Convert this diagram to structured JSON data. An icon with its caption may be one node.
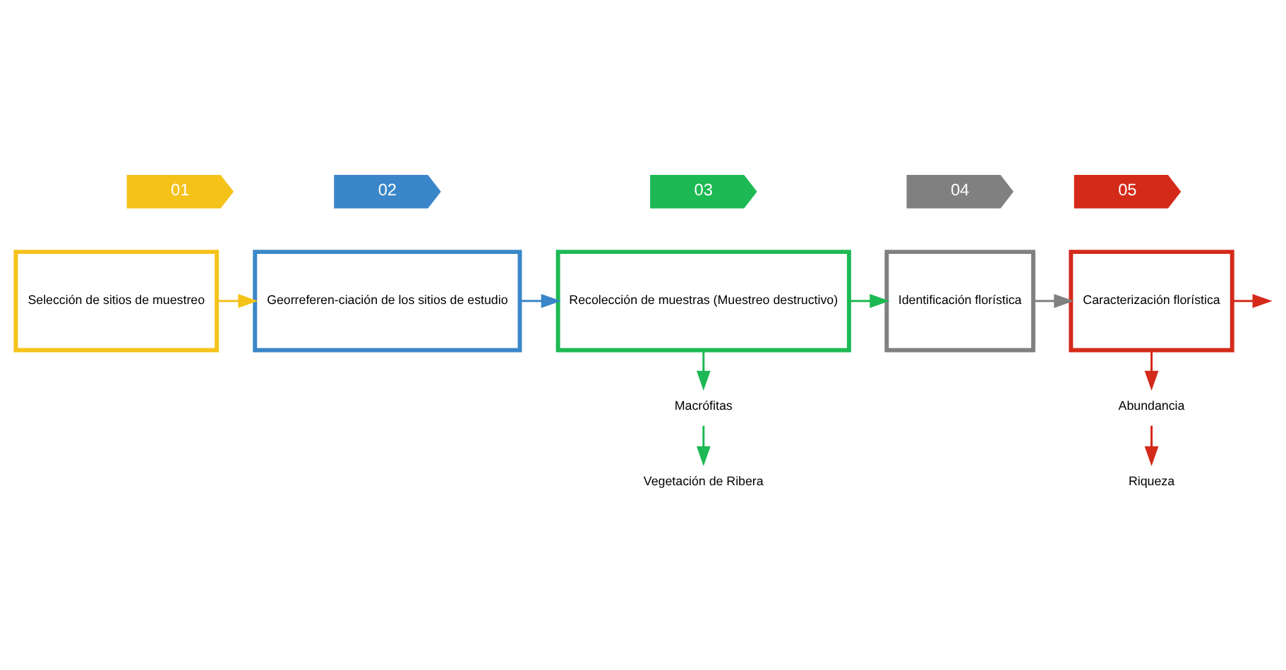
{
  "diagram": {
    "nodes": [
      {
        "text": [
          "01"
        ]
      },
      {
        "text": [
          "02"
        ]
      },
      {
        "text": [
          "03"
        ]
      },
      {
        "text": [
          "04"
        ]
      },
      {
        "text": [
          "05"
        ]
      },
      {
        "text": [
          "Selección de sitios de muestreo"
        ]
      },
      {
        "text": [
          "Georreferen-ciación de los sitios de estudio"
        ]
      },
      {
        "text": [
          "Recolección de muestras (Muestreo destructivo)"
        ]
      },
      {
        "text": [
          "Identificación florística"
        ]
      },
      {
        "text": [
          "Caracterización florística"
        ]
      },
      {
        "text": [
          "Macrófitas"
        ]
      },
      {
        "text": [
          "Vegetación de Ribera"
        ]
      },
      {
        "text": [
          "Abundancia"
        ]
      },
      {
        "text": [
          "Riqueza"
        ]
      }
    ],
    "edges": [
      {
        "from": 5,
        "to": 6,
        "arrow": "to",
        "color": "#f5c21a"
      },
      {
        "from": 6,
        "to": 7,
        "arrow": "to",
        "color": "#3a86c8"
      },
      {
        "from": 7,
        "to": 8,
        "arrow": "to",
        "color": "#1db954"
      },
      {
        "from": 8,
        "to": 9,
        "arrow": "to",
        "color": "#808080"
      },
      {
        "from": 9,
        "to": null,
        "arrow": "to",
        "color": "#d42a1a"
      },
      {
        "from": 7,
        "to": 10,
        "arrow": "to",
        "color": "#1db954"
      },
      {
        "from": 10,
        "to": 11,
        "arrow": "to",
        "color": "#1db954"
      },
      {
        "from": 9,
        "to": 12,
        "arrow": "to",
        "color": "#d42a1a"
      },
      {
        "from": 12,
        "to": 13,
        "arrow": "to",
        "color": "#d42a1a"
      }
    ]
  }
}
